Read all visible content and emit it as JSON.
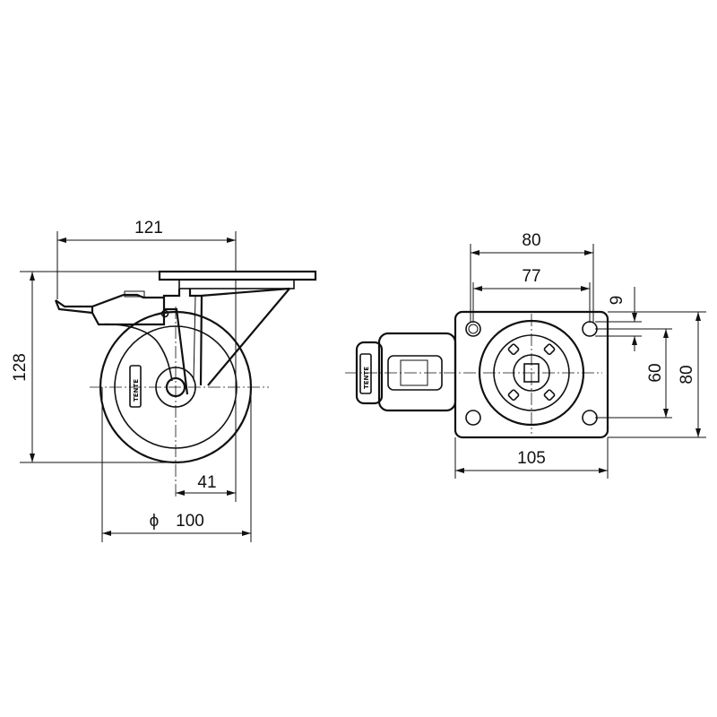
{
  "side_view": {
    "width_dim": "121",
    "height_dim": "128",
    "offset_dim": "41",
    "diameter_symbol": "ϕ",
    "diameter_dim": "100",
    "wheel_brand": "TENTE"
  },
  "top_view": {
    "plate_outer_dim": "80",
    "hole_spacing_dim": "77",
    "hole_dim": "9",
    "hole_spacing_vertical_dim": "60",
    "plate_height_dim": "80",
    "overall_length_dim": "105",
    "wheel_brand": "TENTE"
  }
}
